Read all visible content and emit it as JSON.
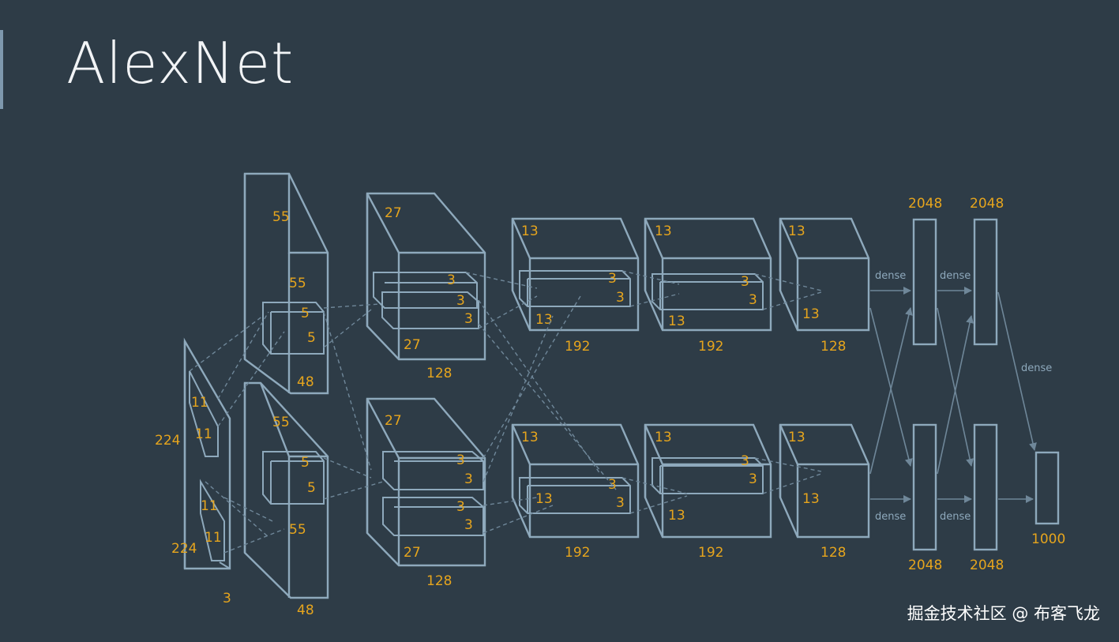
{
  "title": "AlexNet",
  "watermark": "掘金技术社区 @ 布客飞龙",
  "diagram": {
    "input": {
      "height": "224",
      "width": "224",
      "depth": "3",
      "kernel_top_h": "11",
      "kernel_top_w": "11",
      "kernel_bottom_h": "11",
      "kernel_bottom_w": "11"
    },
    "conv1": {
      "top_h": "55",
      "top_w": "55",
      "top_d": "48",
      "bottom_h": "55",
      "bottom_w": "55",
      "bottom_d": "48",
      "kernel_top_a": "5",
      "kernel_top_b": "5",
      "kernel_bottom_a": "5",
      "kernel_bottom_b": "5"
    },
    "conv2": {
      "top_h": "27",
      "top_w": "27",
      "top_d": "128",
      "bottom_h": "27",
      "bottom_w": "27",
      "bottom_d": "128",
      "kernel": "3"
    },
    "conv3": {
      "h": "13",
      "w": "13",
      "d": "192",
      "kernel": "3"
    },
    "conv4": {
      "h": "13",
      "w": "13",
      "d": "192",
      "kernel": "3"
    },
    "conv5": {
      "h": "13",
      "w": "13",
      "d": "128"
    },
    "fc": {
      "size": "2048",
      "output": "1000",
      "dense_label": "dense"
    }
  }
}
